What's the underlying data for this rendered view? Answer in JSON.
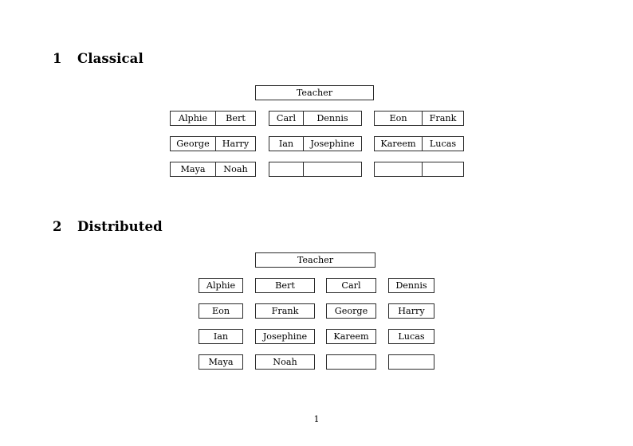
{
  "document": {
    "page_number": "1",
    "sections": [
      {
        "number": "1",
        "title": "Classical",
        "teacher_label": "Teacher",
        "layout": "grouped-tables",
        "groups": [
          {
            "rows": [
              [
                "Alphie",
                "Bert"
              ],
              [
                "George",
                "Harry"
              ],
              [
                "Maya",
                "Noah"
              ]
            ]
          },
          {
            "rows": [
              [
                "Carl",
                "Dennis"
              ],
              [
                "Ian",
                "Josephine"
              ],
              [
                "",
                ""
              ]
            ]
          },
          {
            "rows": [
              [
                "Eon",
                "Frank"
              ],
              [
                "Kareem",
                "Lucas"
              ],
              [
                "",
                ""
              ]
            ]
          }
        ]
      },
      {
        "number": "2",
        "title": "Distributed",
        "teacher_label": "Teacher",
        "layout": "individual-boxes",
        "rows": [
          [
            "Alphie",
            "Bert",
            "Carl",
            "Dennis"
          ],
          [
            "Eon",
            "Frank",
            "George",
            "Harry"
          ],
          [
            "Ian",
            "Josephine",
            "Kareem",
            "Lucas"
          ],
          [
            "Maya",
            "Noah",
            "",
            ""
          ]
        ]
      }
    ]
  }
}
